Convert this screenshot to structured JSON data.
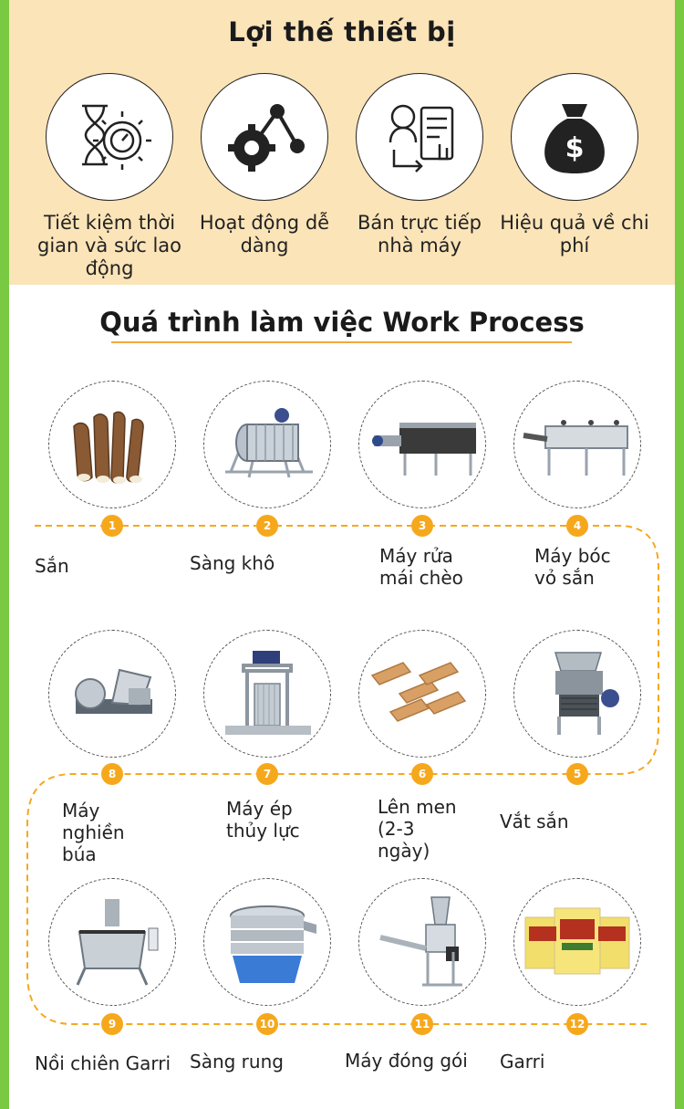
{
  "advantages": {
    "title": "Lợi thế thiết bị",
    "items": [
      {
        "label": "Tiết kiệm thời gian và sức lao động",
        "icon": "hourglass-gear-icon"
      },
      {
        "label": "Hoạt động dễ dàng",
        "icon": "gear-network-icon"
      },
      {
        "label": "Bán trực tiếp nhà máy",
        "icon": "direct-sale-icon"
      },
      {
        "label": "Hiệu quả về chi phí",
        "icon": "money-bag-icon"
      }
    ]
  },
  "process": {
    "title": "Quá trình làm việc Work Process",
    "steps": [
      {
        "number": "1",
        "label": "Sắn",
        "image": "cassava-roots-image"
      },
      {
        "number": "2",
        "label": "Sàng khô",
        "image": "dry-sieve-machine-image"
      },
      {
        "number": "3",
        "label": "Máy rửa mái chèo",
        "image": "paddle-washer-image"
      },
      {
        "number": "4",
        "label": "Máy bóc vỏ sắn",
        "image": "peeling-machine-image"
      },
      {
        "number": "5",
        "label": "Vắt sắn",
        "image": "cassava-grater-image"
      },
      {
        "number": "6",
        "label": "Lên men (2-3 ngày)",
        "image": "fermentation-racks-image"
      },
      {
        "number": "7",
        "label": "Máy ép thủy lực",
        "image": "hydraulic-press-image"
      },
      {
        "number": "8",
        "label": "Máy nghiền búa",
        "image": "hammer-mill-image"
      },
      {
        "number": "9",
        "label": "Nồi chiên Garri",
        "image": "garri-fryer-image"
      },
      {
        "number": "10",
        "label": "Sàng rung",
        "image": "vibrating-sieve-image"
      },
      {
        "number": "11",
        "label": "Máy đóng gói",
        "image": "packing-machine-image"
      },
      {
        "number": "12",
        "label": "Garri",
        "image": "garri-bags-image"
      }
    ]
  },
  "colors": {
    "green_border": "#7ac943",
    "panel_cream": "#fbe4b8",
    "accent_orange": "#f6a81d"
  }
}
